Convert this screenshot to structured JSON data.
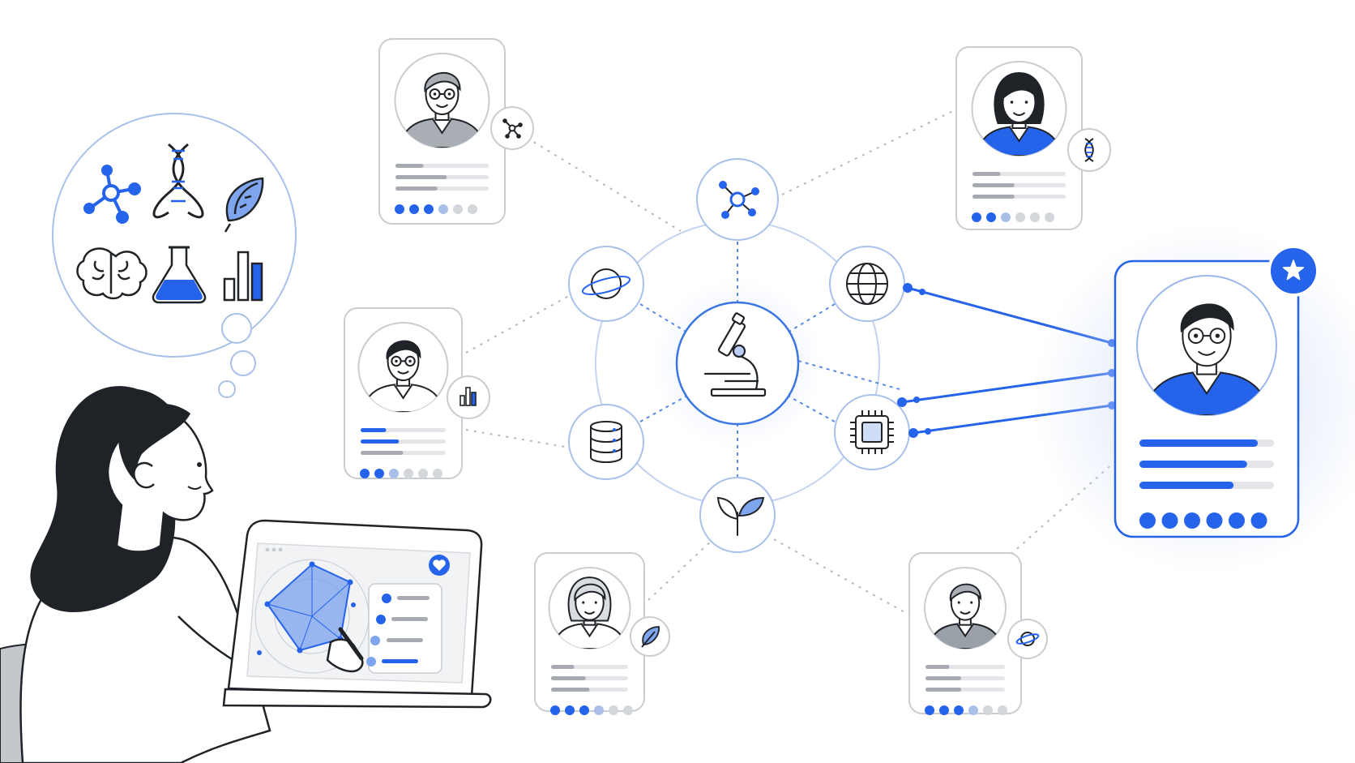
{
  "colors": {
    "accent": "#2563eb",
    "accent_light": "#dbe6fb",
    "ink": "#1f2328",
    "gray_line": "#b8bcc3",
    "bar_gray": "#a7abb1",
    "bar_light": "#e3e5e8",
    "dot_inactive": "#d3d6da"
  },
  "thought_bubble": {
    "icons": [
      "molecule-icon",
      "dna-icon",
      "leaf-icon",
      "brain-icon",
      "flask-icon",
      "bar-chart-icon"
    ]
  },
  "hub": {
    "center_icon": "microscope-icon",
    "nodes": [
      "molecule-icon",
      "globe-icon",
      "chip-icon",
      "sprout-icon",
      "database-icon",
      "planet-icon"
    ]
  },
  "profiles": [
    {
      "id": "profile-top-left",
      "badge_icon": "molecule-icon",
      "rating": 3,
      "of": 6
    },
    {
      "id": "profile-top-right",
      "badge_icon": "dna-icon",
      "rating": 2,
      "of": 6
    },
    {
      "id": "profile-mid-left",
      "badge_icon": "bar-chart-icon",
      "rating": 2,
      "of": 6
    },
    {
      "id": "profile-bottom-center",
      "badge_icon": "leaf-icon",
      "rating": 3,
      "of": 6
    },
    {
      "id": "profile-bottom-right",
      "badge_icon": "planet-icon",
      "rating": 3,
      "of": 6
    },
    {
      "id": "profile-featured",
      "badge_icon": "star-icon",
      "rating": 6,
      "of": 6
    }
  ],
  "laptop": {
    "chart_icon": "radar-chart-icon",
    "badge_icon": "heart-icon"
  }
}
